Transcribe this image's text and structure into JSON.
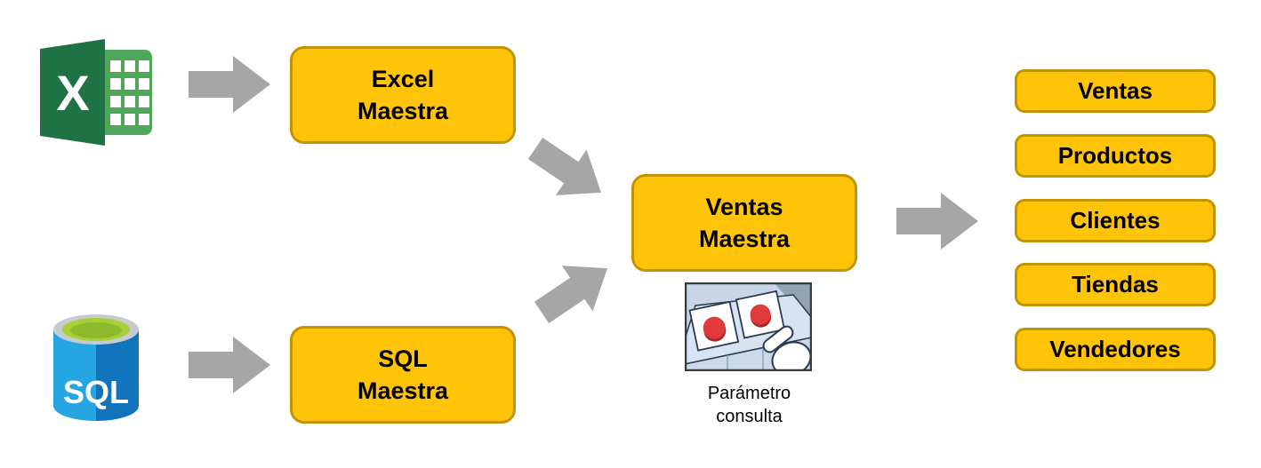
{
  "colors": {
    "accent_yellow": "#FFC408",
    "box_border_gold": "#C49400",
    "arrow_gray": "#A6A6A6",
    "excel_cover_green": "#1F7244",
    "excel_sheet_green": "#4FA85A",
    "sql_blue_light": "#26A5E3",
    "sql_blue_dark": "#1173BB",
    "sql_lime": "#A8CF38",
    "button_red": "#E03A3A",
    "text_black": "#000000"
  },
  "icons": {
    "excel_letter": "X",
    "sql_label": "SQL"
  },
  "boxes": {
    "excel_maestra": {
      "line1": "Excel",
      "line2": "Maestra"
    },
    "sql_maestra": {
      "line1": "SQL",
      "line2": "Maestra"
    },
    "ventas_maestra": {
      "line1": "Ventas",
      "line2": "Maestra"
    }
  },
  "caption": {
    "line1": "Parámetro",
    "line2": "consulta"
  },
  "outputs": [
    {
      "label": "Ventas"
    },
    {
      "label": "Productos"
    },
    {
      "label": "Clientes"
    },
    {
      "label": "Tiendas"
    },
    {
      "label": "Vendedores"
    }
  ]
}
